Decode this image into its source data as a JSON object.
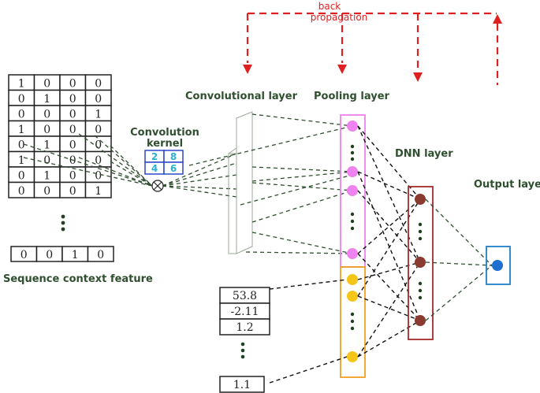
{
  "labels": {
    "back_propagation_line1": "back",
    "back_propagation_line2": "propagation",
    "convolutional_layer": "Convolutional layer",
    "pooling_layer": "Pooling layer",
    "dnn_layer": "DNN layer",
    "output_layer": "Output layer",
    "convolution_kernel_line1": "Convolution",
    "convolution_kernel_line2": "kernel",
    "sequence_context_feature": "Sequence context feature"
  },
  "matrix": [
    [
      "1",
      "0",
      "0",
      "0"
    ],
    [
      "0",
      "1",
      "0",
      "0"
    ],
    [
      "0",
      "0",
      "0",
      "1"
    ],
    [
      "1",
      "0",
      "0",
      "0"
    ],
    [
      "0",
      "1",
      "0",
      "0"
    ],
    [
      "1",
      "0",
      "0",
      "0"
    ],
    [
      "0",
      "1",
      "0",
      "0"
    ],
    [
      "0",
      "0",
      "0",
      "1"
    ]
  ],
  "last_row": [
    "0",
    "0",
    "1",
    "0"
  ],
  "kernel": [
    [
      "2",
      "8"
    ],
    [
      "4",
      "6"
    ]
  ],
  "feature_values": [
    "53.8",
    "-2.11",
    "1.2"
  ],
  "last_feature_value": "1.1",
  "colors": {
    "arrow": "#e02020",
    "connection": "#2f4f2f",
    "pooling_box": "#ee82ee",
    "pooling_node": "#ee82ee",
    "orange_box": "#f0a020",
    "orange_node": "#f5c518",
    "dnn_box": "#a52a2a",
    "dnn_node": "#8b3a2f",
    "output_box": "#1e7fc8",
    "output_node": "#1e6fd0",
    "kernel_box": "#1e3cc8",
    "kernel_text": "#2ab0d8"
  }
}
